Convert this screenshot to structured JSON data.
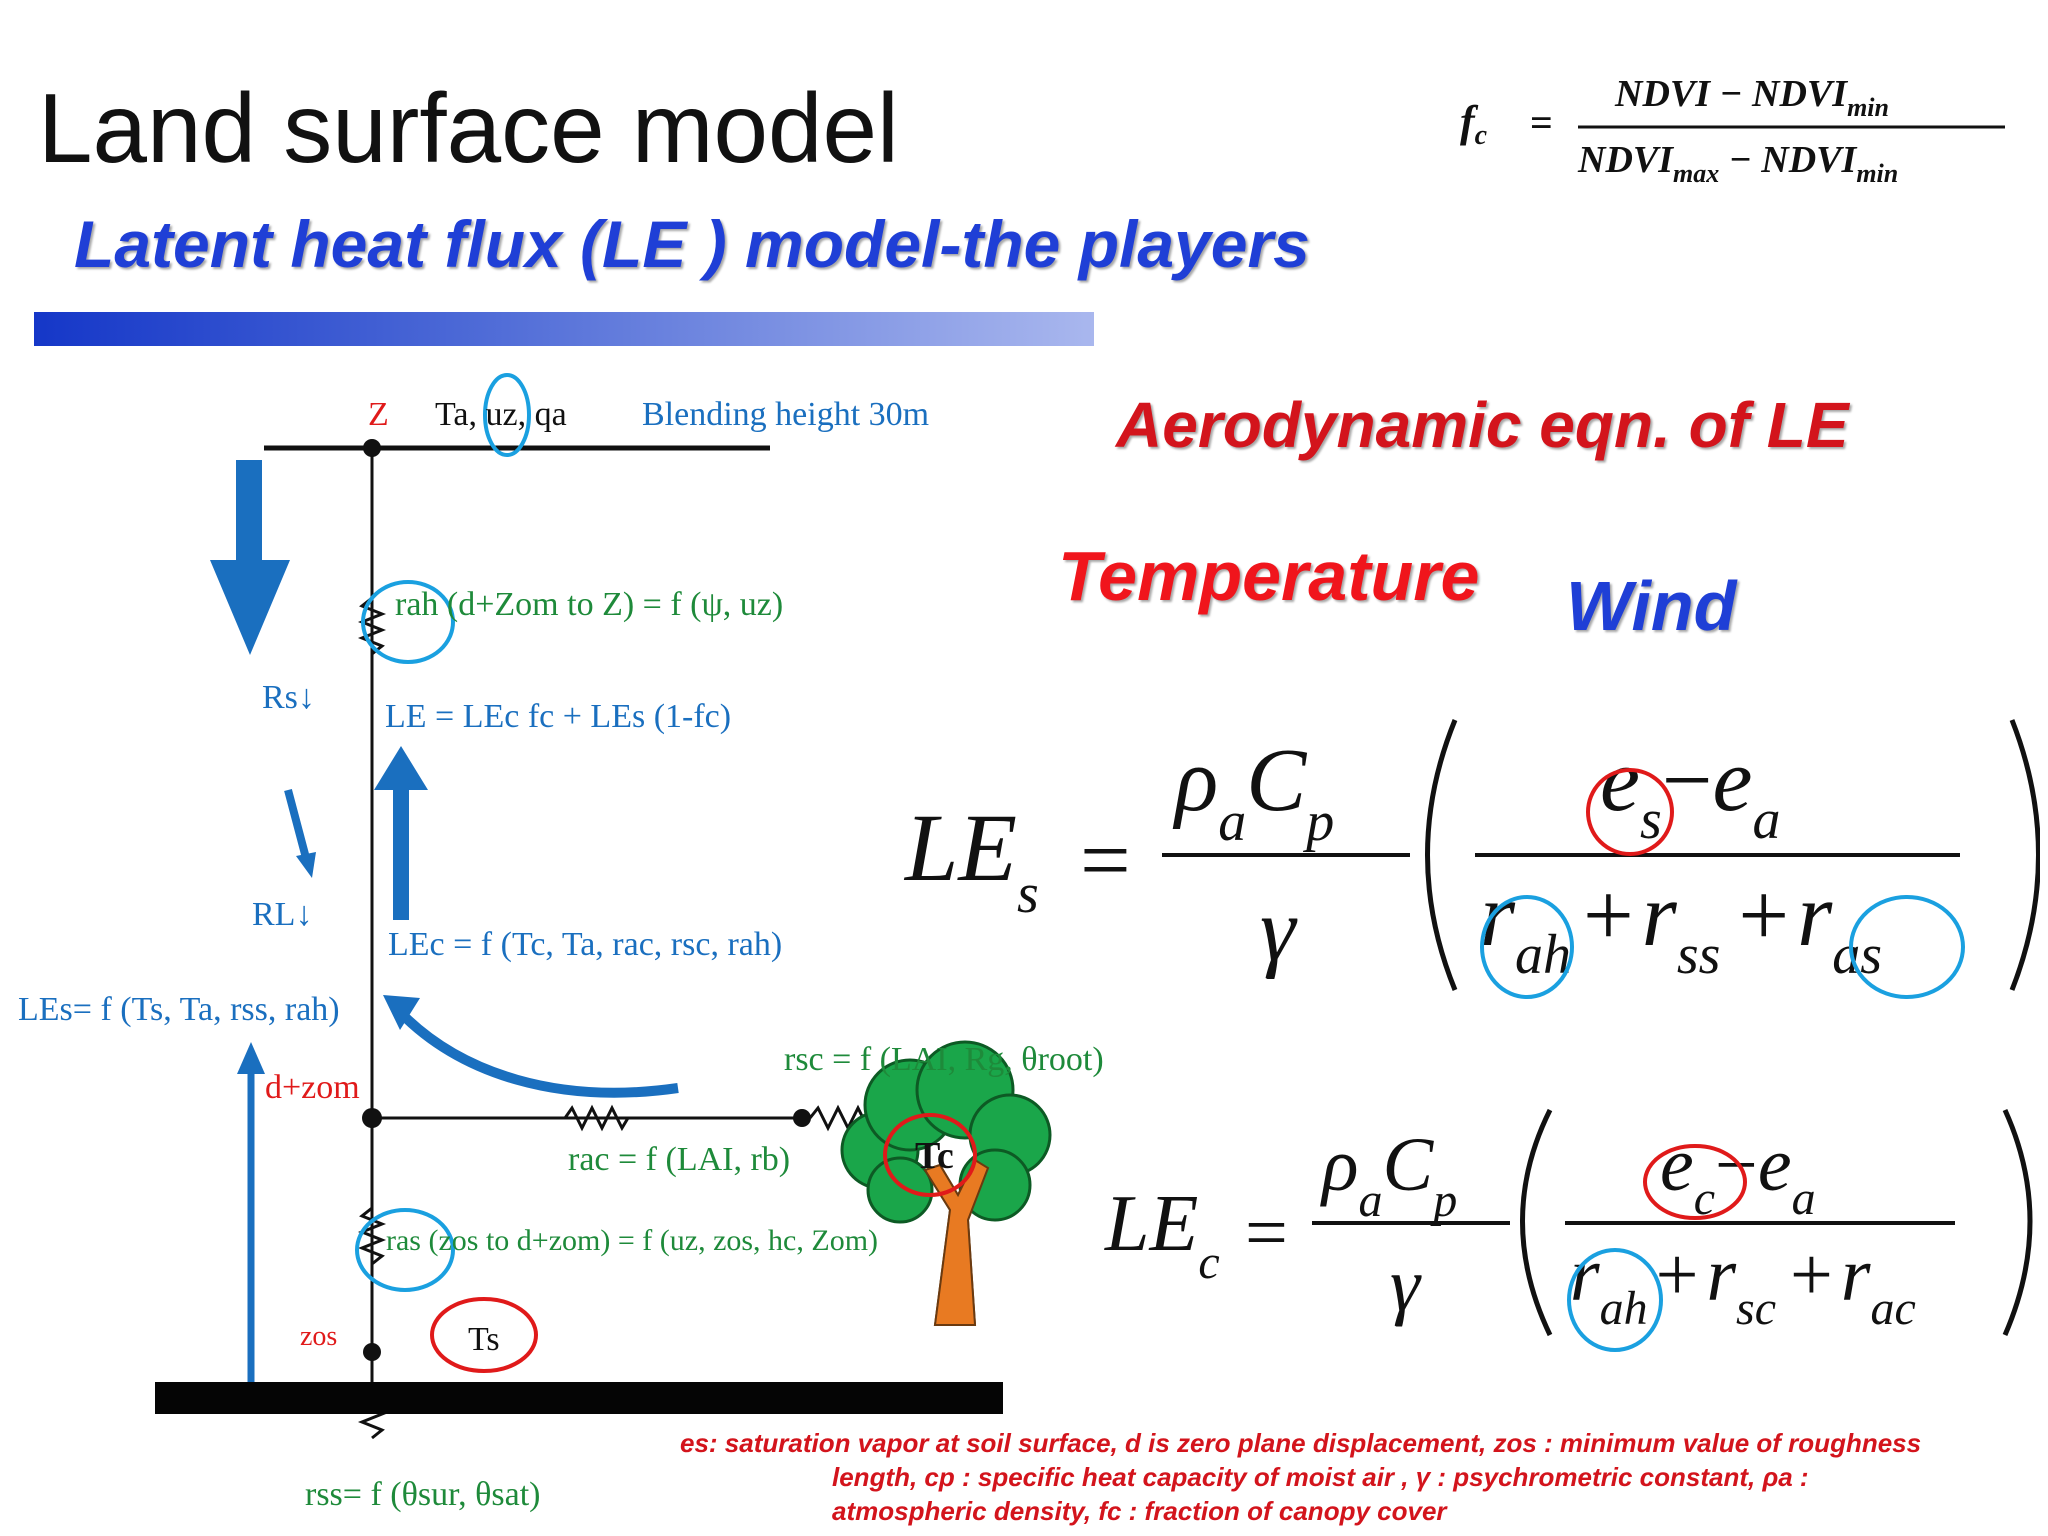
{
  "title": "Land surface model",
  "subtitle": "Latent heat flux (LE ) model-the players",
  "heading_aero": "Aerodynamic eqn. of LE",
  "label_temperature": "Temperature",
  "label_wind": "Wind",
  "fc_formula": {
    "lhs_sym": "f",
    "lhs_sub": "c",
    "numerator": "NDVI − NDVI",
    "numerator_sub": "min",
    "denominator_a": "NDVI",
    "denominator_a_sub": "max",
    "denominator_b": " − NDVI",
    "denominator_b_sub": "min"
  },
  "diagram": {
    "z_label": "Z",
    "top_vars": "Ta, uz, qa",
    "blending_height": "Blending height 30m",
    "rah_eq": "rah (d+Zom to Z) = f (ψ, uz)",
    "rs_down": "Rs↓",
    "rl_down": "RL↓",
    "le_total": "LE = LEc fc + LEs (1-fc)",
    "lec_eq": "LEc = f (Tc, Ta, rac, rsc, rah)",
    "les_eq": "LEs= f (Ts, Ta, rss, rah)",
    "rsc_eq": "rsc = f (LAI, Rg, θroot)",
    "d_zom": "d+zom",
    "rac_eq": "rac = f (LAI, rb)",
    "tc": "Tc",
    "ras_eq": "ras (zos to d+zom) = f (uz, zos, hc, Zom)",
    "zos": "zos",
    "ts": "Ts",
    "rss_eq": "rss= f (θsur, θsat)"
  },
  "eq_les": {
    "lhs": "LE",
    "lhs_sub": "s",
    "rho": "ρ",
    "rho_sub": "a",
    "cp": "C",
    "cp_sub": "p",
    "gamma": "γ",
    "e1": "e",
    "e1_sub": "s",
    "minus": "−",
    "e2": "e",
    "e2_sub": "a",
    "r1": "r",
    "r1_sub": "ah",
    "r2": "r",
    "r2_sub": "ss",
    "r3": "r",
    "r3_sub": "as",
    "plus": "+",
    "eq": "="
  },
  "eq_lec": {
    "lhs": "LE",
    "lhs_sub": "c",
    "rho": "ρ",
    "rho_sub": "a",
    "cp": "C",
    "cp_sub": "p",
    "gamma": "γ",
    "e1": "e",
    "e1_sub": "c",
    "minus": "−",
    "e2": "e",
    "e2_sub": "a",
    "r1": "r",
    "r1_sub": "ah",
    "r2": "r",
    "r2_sub": "sc",
    "r3": "r",
    "r3_sub": "ac",
    "plus": "+",
    "eq": "="
  },
  "footnote": {
    "line1": "es: saturation vapor at soil surface, d is zero plane displacement, zos : minimum value of roughness",
    "line2": "length, cp : specific heat capacity of moist air , γ : psychrometric constant, ρa :",
    "line3": "atmospheric density, fc : fraction of canopy cover"
  },
  "colors": {
    "blue": "#1a6fbf",
    "green": "#1e8a3a",
    "red": "#e01a1a",
    "dark": "#111111"
  }
}
